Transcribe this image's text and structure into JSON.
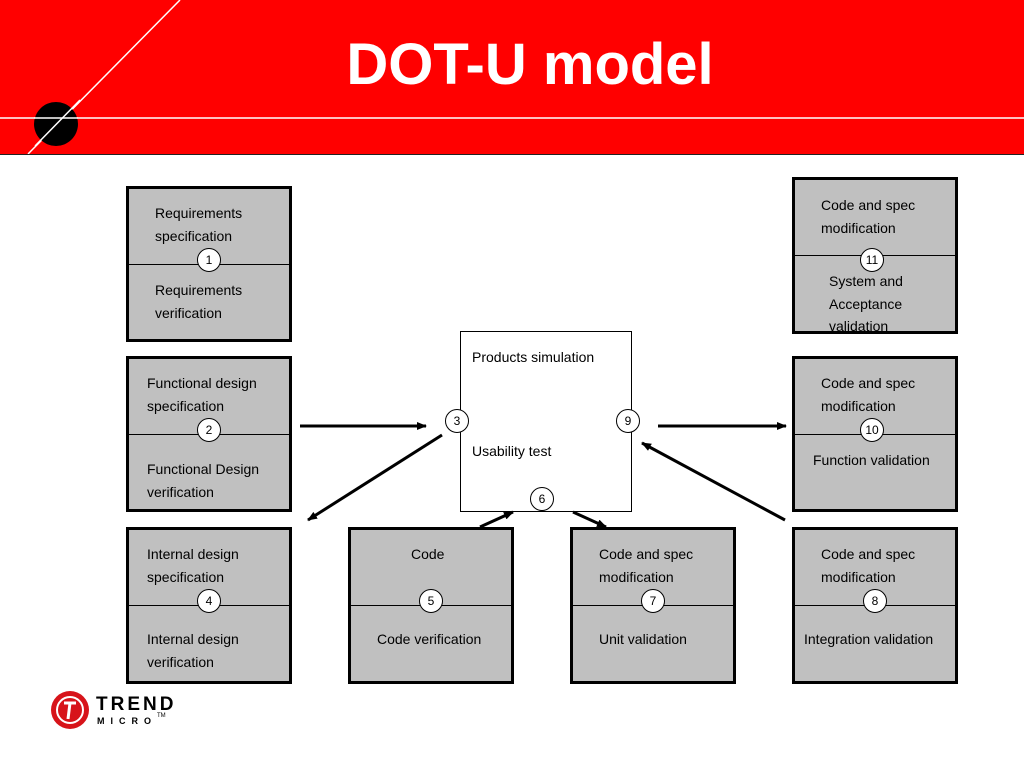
{
  "slide": {
    "title": "DOT-U model"
  },
  "boxes": [
    {
      "id": "box1",
      "top_text": "Requirements\nspecification",
      "badge": "1",
      "bottom_text": "Requirements\nverification"
    },
    {
      "id": "box2",
      "top_text": "Functional design\nspecification",
      "badge": "2",
      "bottom_text": "Functional Design\n verification"
    },
    {
      "id": "box4",
      "top_text": "Internal design\nspecification",
      "badge": "4",
      "bottom_text": "Internal design\nverification"
    },
    {
      "id": "box5",
      "top_text": "Code",
      "badge": "5",
      "bottom_text": "Code verification"
    },
    {
      "id": "box7",
      "top_text": "Code and spec\nmodification",
      "badge": "7",
      "bottom_text": "Unit validation"
    },
    {
      "id": "box8",
      "top_text": "Code and spec\nmodification",
      "badge": "8",
      "bottom_text": "Integration validation"
    },
    {
      "id": "box10",
      "top_text": "Code and spec\nmodification",
      "badge": "10",
      "bottom_text": "Function validation"
    },
    {
      "id": "box11",
      "top_text": "Code and spec\nmodification",
      "badge": "11",
      "bottom_text": "System and\nAcceptance\nvalidation"
    }
  ],
  "center": {
    "top_text": "Products simulation",
    "bottom_text": "Usability test",
    "badge_left": "3",
    "badge_right": "9",
    "badge_bottom": "6"
  },
  "logo": {
    "line1": "TREND",
    "line2": "MICRO",
    "tm": "TM"
  },
  "colors": {
    "header": "#ff0000",
    "box_fill": "#c0c0c0",
    "text": "#000000"
  }
}
